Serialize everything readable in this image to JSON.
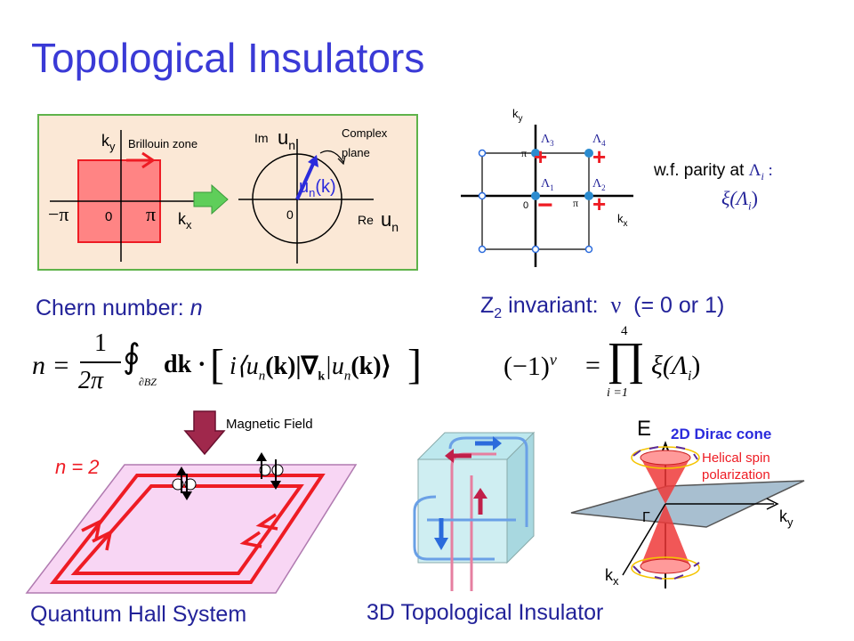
{
  "title": "Topological Insulators",
  "bz_panel": {
    "ky": "k",
    "ky_sub": "y",
    "kx": "k",
    "kx_sub": "x",
    "bz_label": "Brillouin zone",
    "minus_pi": "−π",
    "zero": "0",
    "pi": "π",
    "im_label": "Im",
    "u_label": "u",
    "u_sub": "n",
    "complex_label_1": "Complex",
    "complex_label_2": "plane",
    "unk_u": "u",
    "unk_n": "n",
    "unk_k": "(k)",
    "origin": "0",
    "re_label": "Re",
    "re_u": "u",
    "re_n": "n"
  },
  "chern": {
    "label": "Chern number:",
    "var": "n"
  },
  "lattice": {
    "ky": "k",
    "ky_sub": "y",
    "kx": "k",
    "kx_sub": "x",
    "lambda3": "Λ",
    "lambda3_sub": "3",
    "lambda4": "Λ",
    "lambda4_sub": "4",
    "lambda1": "Λ",
    "lambda1_sub": "1",
    "lambda2": "Λ",
    "lambda2_sub": "2",
    "pi_y": "π",
    "pi_x": "π",
    "zero": "0",
    "plus": "+",
    "minus": "−"
  },
  "parity": {
    "text": "w.f. parity at",
    "lambda": "Λ",
    "i": "i",
    "colon": ":",
    "xi": "ξ(Λ",
    "xi_sub": "i",
    "close": ")"
  },
  "z2": {
    "Z": "Z",
    "sub": "2",
    "label": "invariant:",
    "nu": "ν",
    "value": "(= 0 or 1)"
  },
  "formula_n": {
    "n_eq": "n =",
    "one": "1",
    "two_pi": "2π",
    "oint": "∮",
    "domain": "∂BZ",
    "dk": "dk ·",
    "body": "i⟨u",
    "n1": "n",
    "k1": "(k)|∇",
    "ksub": "k",
    "pipe_u": "|u",
    "n2": "n",
    "k2": "(k)⟩"
  },
  "formula_z2": {
    "lhs": "(−1)",
    "nu": "ν",
    "eq": "=",
    "prod": "∏",
    "top": "4",
    "bottom": "i =1",
    "rhs": "ξ(Λ",
    "rhs_sub": "i",
    "rhs_close": ")"
  },
  "qh": {
    "field_label": "Magnetic Field",
    "n_label": "n = 2",
    "caption": "Quantum Hall System"
  },
  "ti3d": {
    "caption": "3D Topological Insulator"
  },
  "dirac": {
    "E": "E",
    "label": "2D Dirac cone",
    "helical_1": "Helical spin",
    "helical_2": "polarization",
    "gamma": "Γ",
    "ky": "k",
    "ky_sub": "y",
    "kx": "k",
    "kx_sub": "x"
  },
  "colors": {
    "title": "#3a3ad6",
    "panel_bg": "#fbe8d6",
    "panel_border": "#5fb34a",
    "red": "#ee1c24",
    "blue": "#2b2bdc",
    "navy": "#222299"
  }
}
